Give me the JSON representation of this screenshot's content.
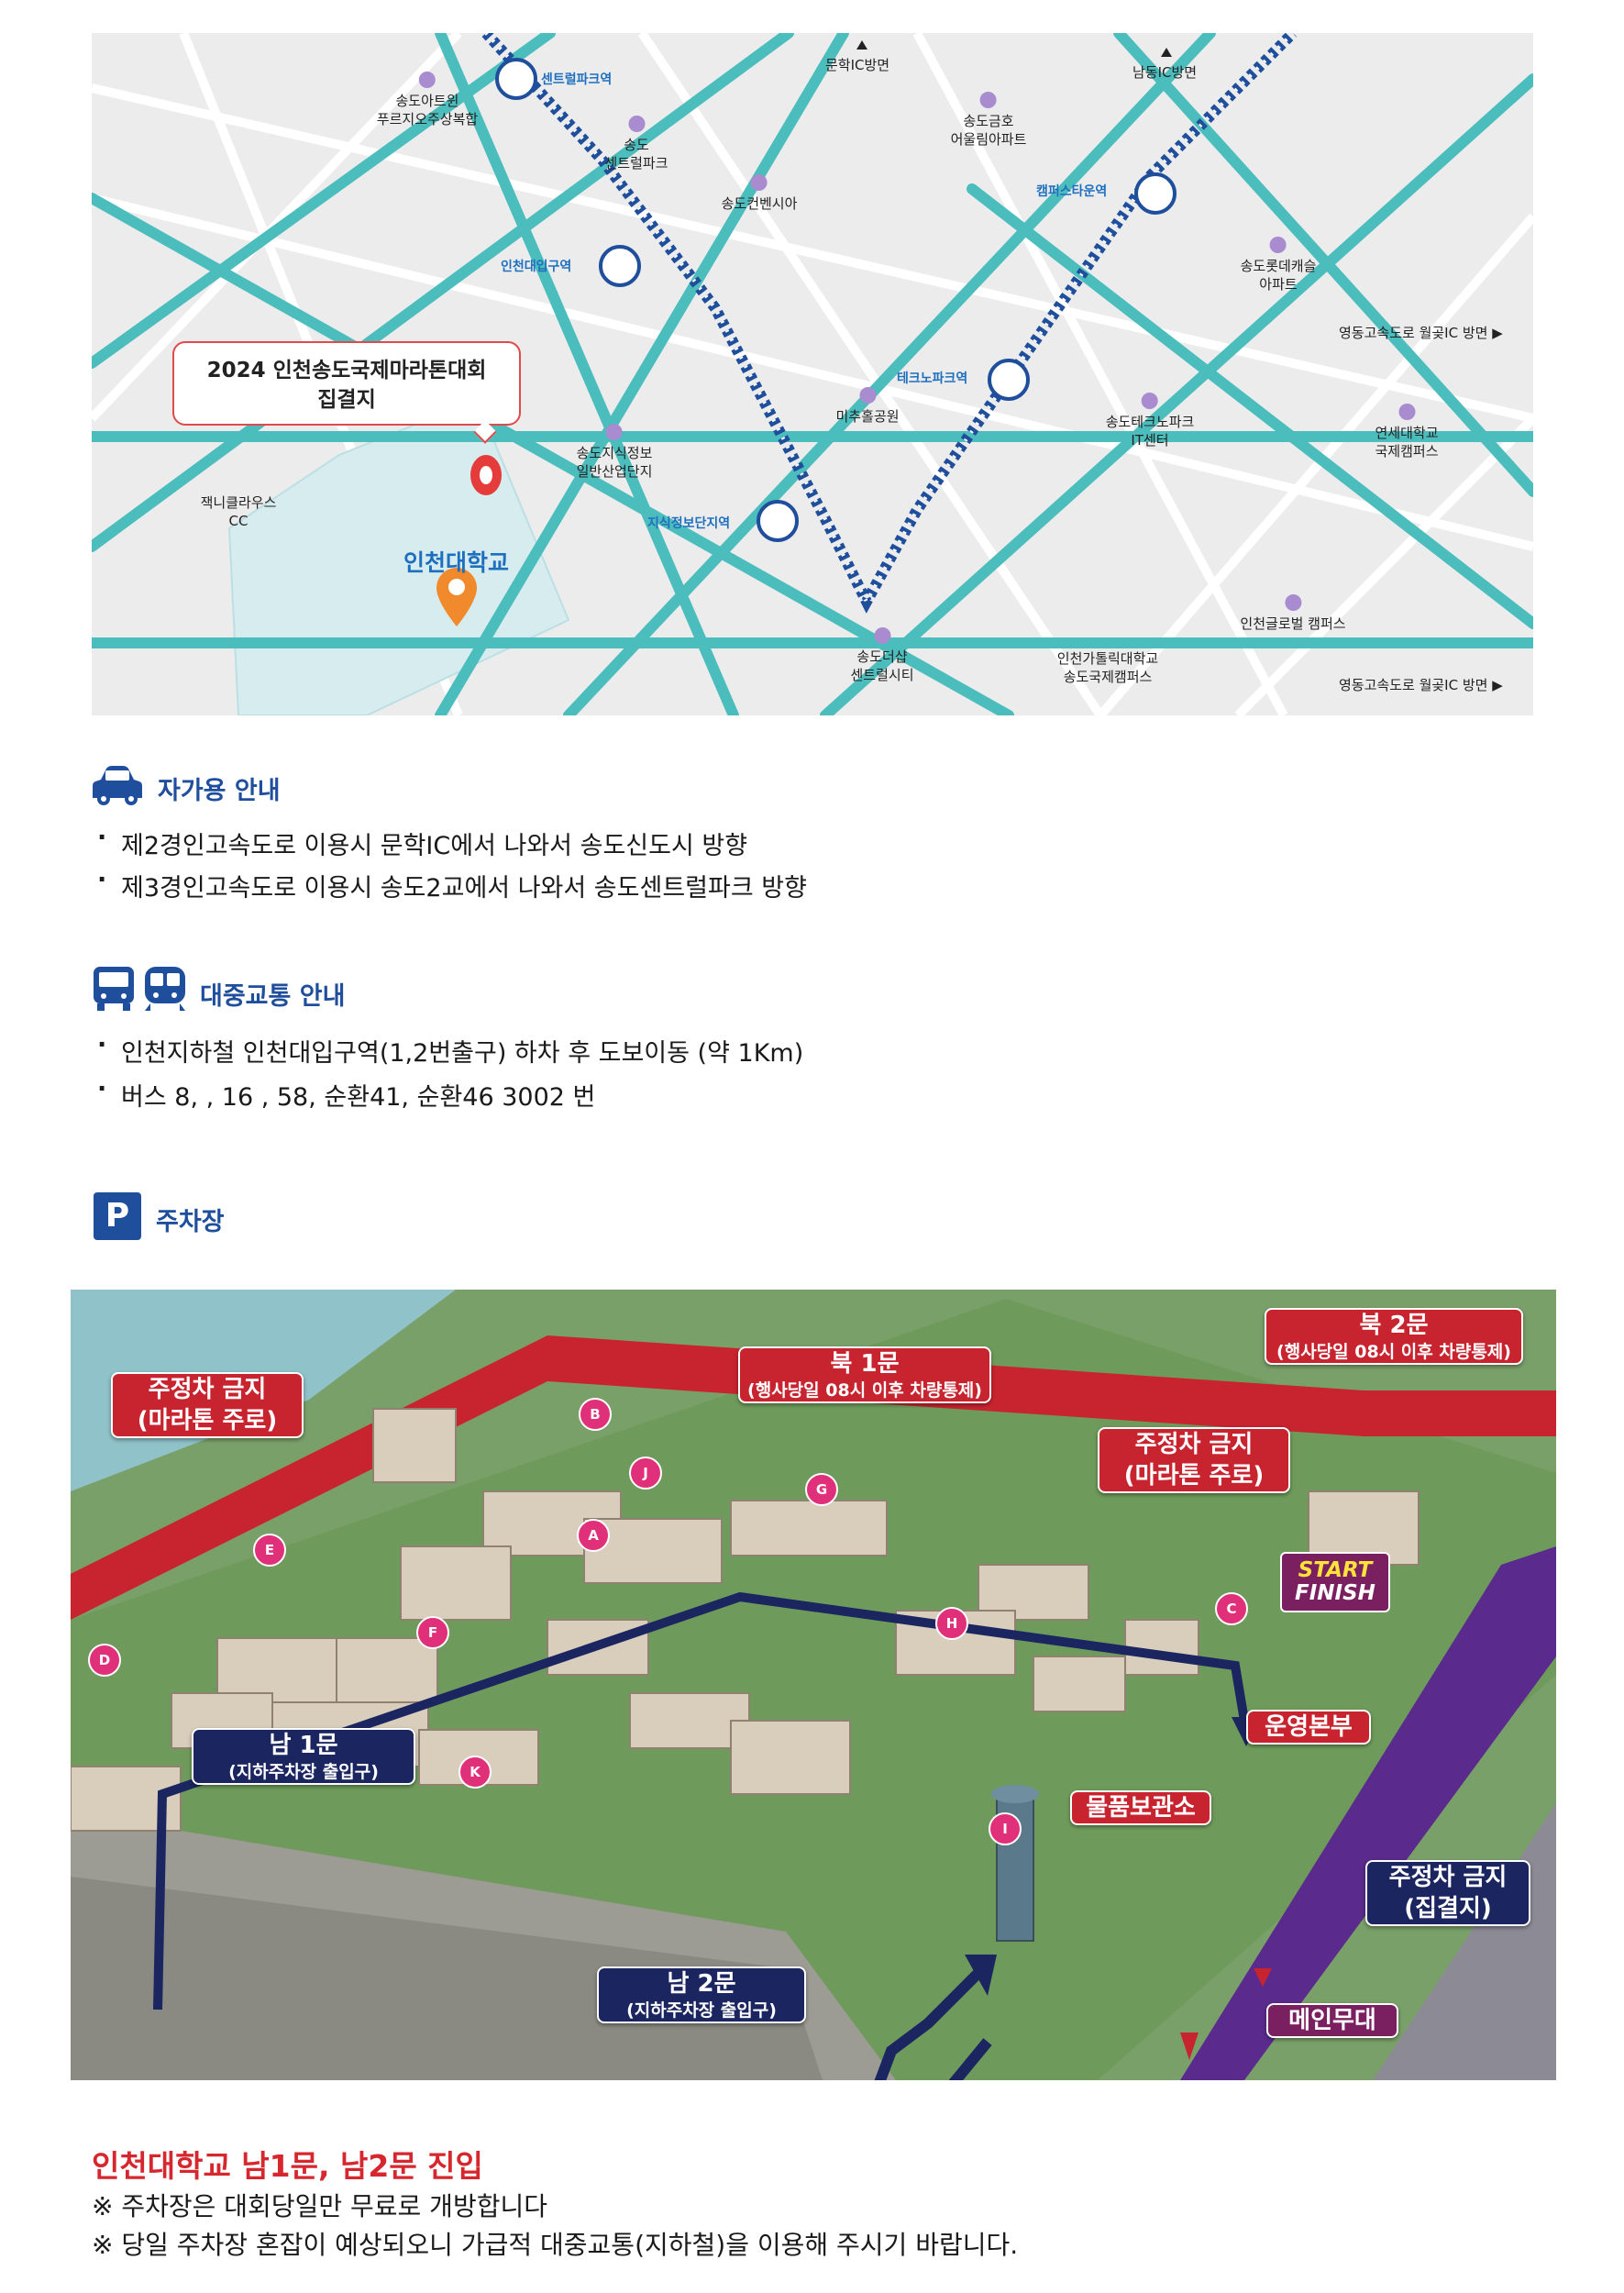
{
  "top_map": {
    "callout": {
      "line1": "2024 인천송도국제마라톤대회",
      "line2": "집결지"
    },
    "campus": "인천대학교",
    "stations": [
      {
        "name": "센트럴파크역"
      },
      {
        "name": "인천대입구역"
      },
      {
        "name": "지식정보단지역"
      },
      {
        "name": "캠퍼스타운역"
      },
      {
        "name": "테크노파크역"
      }
    ],
    "pois": [
      {
        "line1": "송도아트윈",
        "line2": "푸르지오주상복합"
      },
      {
        "line1": "송도",
        "line2": "센트럴파크"
      },
      {
        "line1": "송도컨벤시아",
        "line2": ""
      },
      {
        "line1": "송도금호",
        "line2": "어울림아파트"
      },
      {
        "line1": "송도롯데캐슬",
        "line2": "아파트"
      },
      {
        "line1": "미추홀공원",
        "line2": ""
      },
      {
        "line1": "송도테크노파크",
        "line2": "IT센터"
      },
      {
        "line1": "연세대학교",
        "line2": "국제캠퍼스"
      },
      {
        "line1": "송도지식정보",
        "line2": "일반산업단지"
      },
      {
        "line1": "잭니클라우스",
        "line2": "CC"
      },
      {
        "line1": "인천글로벌 캠퍼스",
        "line2": ""
      },
      {
        "line1": "송도더샵",
        "line2": "센트럴시티"
      },
      {
        "line1": "인천가톨릭대학교",
        "line2": "송도국제캠퍼스"
      }
    ],
    "directions": {
      "munhak": "문학IC방면",
      "namdong": "남동IC방면",
      "yeongdong1": "영동고속도로 월곶IC 방면 ▶",
      "yeongdong2": "영동고속도로 월곶IC 방면 ▶"
    }
  },
  "car": {
    "title": "자가용 안내",
    "items": [
      "제2경인고속도로 이용시 문학IC에서 나와서 송도신도시 방향",
      "제3경인고속도로 이용시 송도2교에서 나와서 송도센트럴파크 방향"
    ]
  },
  "transit": {
    "title": "대중교통 안내",
    "items": [
      "인천지하철 인천대입구역(1,2번출구) 하차 후 도보이동 (약 1Km)",
      "버스 8, , 16 , 58, 순환41, 순환46 3002 번"
    ]
  },
  "parking": {
    "icon_letter": "P",
    "title": "주차장"
  },
  "parking_map": {
    "tags": {
      "no_parking_marathon_left": {
        "l1": "주정차 금지",
        "l2": "(마라톤 주로)"
      },
      "north1": {
        "l1": "북 1문",
        "l2": "(행사당일 08시 이후 차량통제)"
      },
      "north2": {
        "l1": "북 2문",
        "l2": "(행사당일 08시 이후 차량통제)"
      },
      "no_parking_marathon_right": {
        "l1": "주정차 금지",
        "l2": "(마라톤 주로)"
      },
      "south1": {
        "l1": "남 1문",
        "l2": "(지하주차장 출입구)"
      },
      "south2": {
        "l1": "남 2문",
        "l2": "(지하주차장 출입구)"
      },
      "hq": {
        "l1": "운영본부"
      },
      "storage": {
        "l1": "물품보관소"
      },
      "no_parking_assembly": {
        "l1": "주정차 금지",
        "l2": "(집결지)"
      },
      "main_stage": {
        "l1": "메인무대"
      }
    },
    "start": "START",
    "finish": "FINISH",
    "pins": [
      "A",
      "B",
      "C",
      "D",
      "E",
      "F",
      "G",
      "H",
      "I",
      "J",
      "K"
    ]
  },
  "notes": {
    "entry_title": "인천대학교 남1문, 남2문 진입",
    "note1": "※ 주차장은 대회당일만 무료로 개방합니다",
    "note2": "※ 당일 주차장 혼잡이 예상되오니 가급적 대중교통(지하철)을 이용해 주시기 바랍니다."
  },
  "colors": {
    "road_teal": "#4cbdbd",
    "subway_blue": "#1f4f9c",
    "accent_red": "#c8242f",
    "navy": "#1b2660",
    "purple": "#7a1f5f",
    "title_blue": "#1f4f9c",
    "entry_red": "#d6262e"
  }
}
